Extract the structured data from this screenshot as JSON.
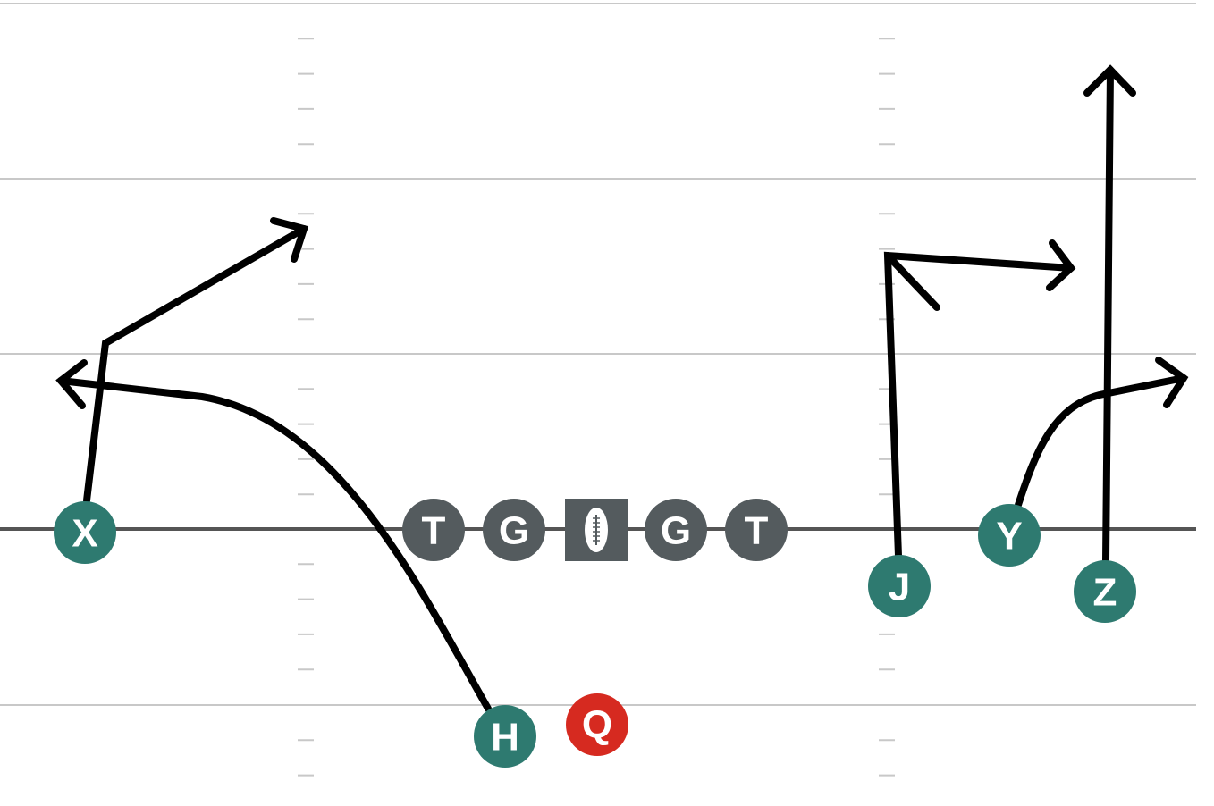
{
  "colors": {
    "field_background": "#ffffff",
    "yard_line": "#c8c8c8",
    "hash_mark": "#c8c8c8",
    "line_of_scrimmage": "#555555",
    "offensive_lineman": "#545b5e",
    "skill_player": "#2e7a70",
    "quarterback": "#d62a20",
    "route": "#000000",
    "label": "#ffffff"
  },
  "players": {
    "x": {
      "label": "X",
      "role": "skill"
    },
    "h": {
      "label": "H",
      "role": "skill"
    },
    "q": {
      "label": "Q",
      "role": "quarterback"
    },
    "j": {
      "label": "J",
      "role": "skill"
    },
    "y": {
      "label": "Y",
      "role": "skill"
    },
    "z": {
      "label": "Z",
      "role": "skill"
    },
    "left_tackle": {
      "label": "T",
      "role": "lineman"
    },
    "left_guard": {
      "label": "G",
      "role": "lineman"
    },
    "right_guard": {
      "label": "G",
      "role": "lineman"
    },
    "right_tackle": {
      "label": "T",
      "role": "lineman"
    },
    "center": {
      "role": "center",
      "icon": "football-icon"
    }
  }
}
